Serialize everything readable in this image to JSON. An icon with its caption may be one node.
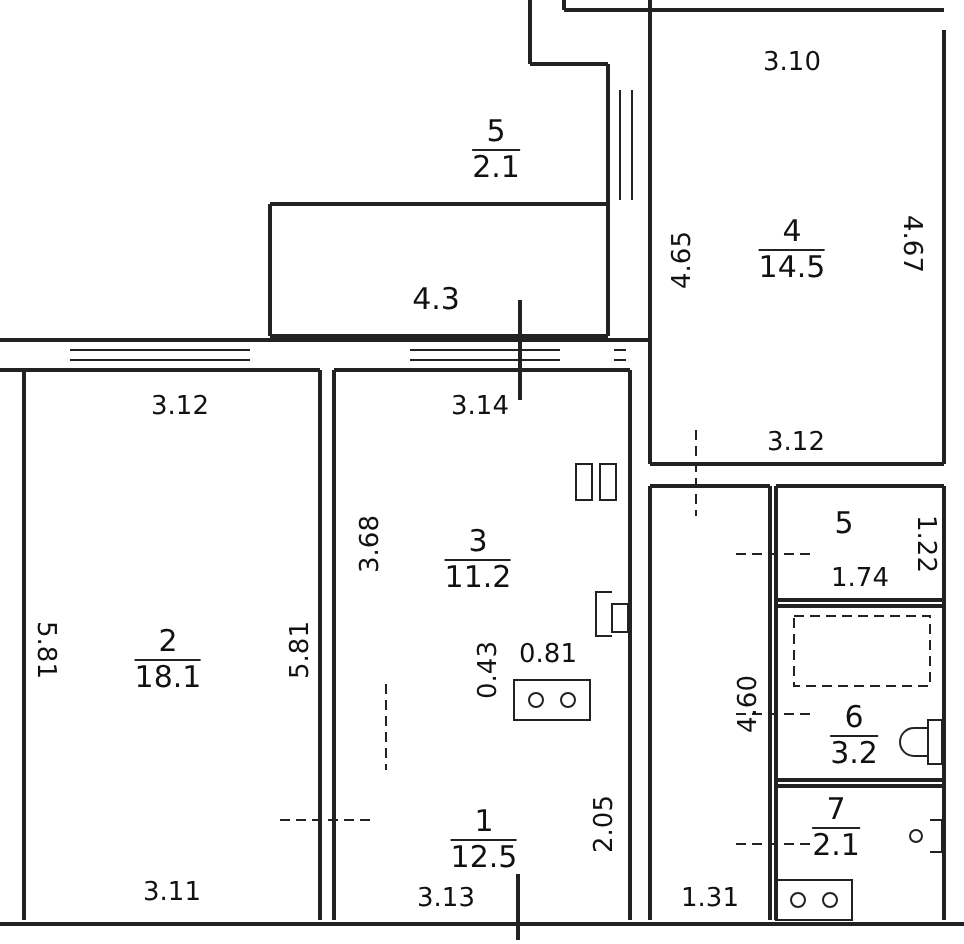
{
  "diagram": {
    "nodes": [
      {
        "text": [
          "5",
          "2.1"
        ]
      },
      {
        "text": [
          "4.3"
        ]
      },
      {
        "text": [
          "4",
          "14.5"
        ]
      },
      {
        "text": [
          "2",
          "18.1"
        ]
      },
      {
        "text": [
          "3",
          "11.2"
        ]
      },
      {
        "text": [
          "5"
        ]
      },
      {
        "text": [
          "6",
          "3.2"
        ]
      },
      {
        "text": [
          "1",
          "12.5"
        ]
      },
      {
        "text": [
          "7",
          "2.1"
        ]
      }
    ],
    "labels": [
      "3.10",
      "4.65",
      "4.67",
      "3.12",
      "3.14",
      "3.12",
      "3.68",
      "1.22",
      "1.74",
      "5.81",
      "5.81",
      "0.43",
      "0.81",
      "4.60",
      "2.05",
      "3.11",
      "3.13",
      "1.31"
    ]
  }
}
